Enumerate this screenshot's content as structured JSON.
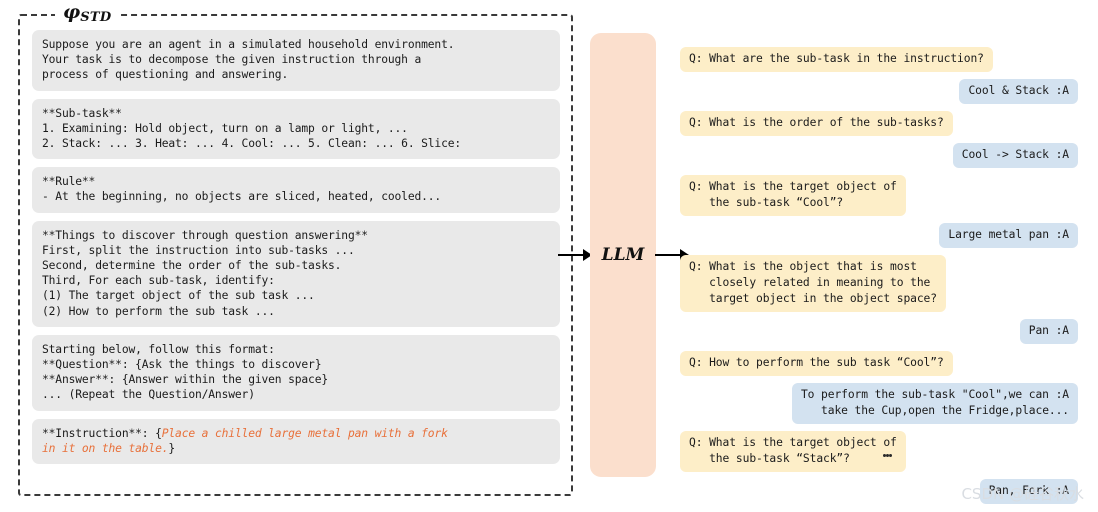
{
  "diagram": {
    "prompt_panel": {
      "label_symbol": "φ",
      "label_subscript": "STD",
      "blocks": [
        {
          "id": "role",
          "text": "Suppose you are an agent in a simulated household environment.\nYour task is to decompose the given instruction through a\nprocess of questioning and answering."
        },
        {
          "id": "sub-task",
          "text": "**Sub-task**\n1. Examining: Hold object, turn on a lamp or light, ...\n2. Stack: ... 3. Heat: ... 4. Cool: ... 5. Clean: ... 6. Slice:"
        },
        {
          "id": "rule",
          "text": "**Rule**\n- At the beginning, no objects are sliced, heated, cooled..."
        },
        {
          "id": "things-to-discover",
          "text": "**Things to discover through question answering**\nFirst, split the instruction into sub-tasks ...\nSecond, determine the order of the sub-tasks.\nThird, For each sub-task, identify:\n(1) The target object of the sub task ...\n(2) How to perform the sub task ..."
        },
        {
          "id": "format",
          "text": "Starting below, follow this format:\n**Question**: {Ask the things to discover}\n**Answer**: {Answer within the given space}\n... (Repeat the Question/Answer)"
        }
      ],
      "instruction_block": {
        "id": "instruction",
        "prefix": "**Instruction**: {",
        "highlight": "Place a chilled large metal pan with a fork\nin it on the table.",
        "suffix": "}"
      }
    },
    "model": {
      "label": "LLM",
      "arrow_in_name": "arrow-prompt-to-llm",
      "arrow_out_name": "arrow-llm-to-qa"
    },
    "qa": [
      {
        "role": "q",
        "text": "Q: What are the sub-task in the instruction?"
      },
      {
        "role": "a",
        "text": "Cool & Stack :A"
      },
      {
        "role": "q",
        "text": "Q: What is the order of the sub-tasks?"
      },
      {
        "role": "a",
        "text": "Cool -> Stack :A"
      },
      {
        "role": "q",
        "text": "Q: What is the target object of\n   the sub-task “Cool”?"
      },
      {
        "role": "a",
        "text": "Large metal pan :A"
      },
      {
        "role": "q",
        "text": "Q: What is the object that is most\n   closely related in meaning to the\n   target object in the object space?"
      },
      {
        "role": "a",
        "text": "Pan :A"
      },
      {
        "role": "q",
        "text": "Q: How to perform the sub task “Cool”?"
      },
      {
        "role": "a",
        "text": "To perform the sub-task \"Cool\",we can :A\n   take the Cup,open the Fridge,place..."
      },
      {
        "role": "q",
        "text": "Q: What is the target object of\n   the sub-task “Stack”?"
      },
      {
        "role": "a",
        "text": "Pan, Fork :A"
      }
    ],
    "continuation_marker": "vertical-ellipsis",
    "watermark": "CSDN @硅谷秋水"
  },
  "colors": {
    "question_bubble": "#fdeec8",
    "answer_bubble": "#d3e2f0",
    "llm_block": "#fbdfcd",
    "prompt_box": "#e9e9e9",
    "instruction_highlight": "#e8703a",
    "watermark": "#d9dde2"
  }
}
